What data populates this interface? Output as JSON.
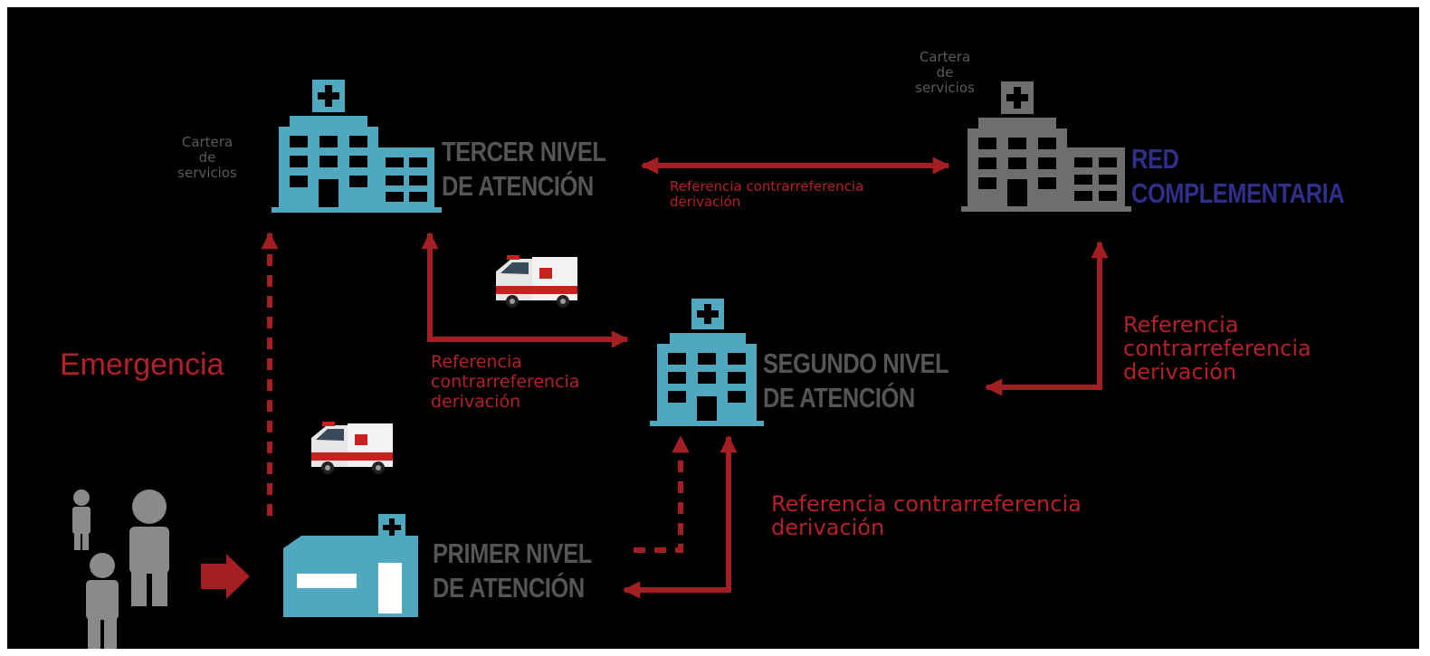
{
  "colors": {
    "background": "#000000",
    "hospital_public": "#4fa7c0",
    "hospital_complementary": "#6e6e6e",
    "arrow": "#a31f24",
    "level_title": "#555555",
    "complementary_title": "#2f2f8a"
  },
  "icons": [
    "hospital-icon",
    "clinic-icon",
    "ambulance-icon",
    "person-icon"
  ],
  "nodes": {
    "tercer": {
      "line1": "TERCER NIVEL",
      "line2": "DE ATENCIÓN"
    },
    "segundo": {
      "line1": "SEGUNDO NIVEL",
      "line2": "DE ATENCIÓN"
    },
    "primer": {
      "line1": "PRIMER NIVEL",
      "line2": "DE ATENCIÓN"
    },
    "red": {
      "line1": "RED",
      "line2": "COMPLEMENTARIA"
    }
  },
  "cartera": {
    "line1": "Cartera",
    "line2": "de",
    "line3": "servicios"
  },
  "edges": {
    "tercer_red": {
      "line1": "Referencia contrarreferencia",
      "line2": "derivación"
    },
    "tercer_segundo": {
      "line1": "Referencia",
      "line2": "contrarreferencia",
      "line3": "derivación"
    },
    "segundo_red": {
      "line1": "Referencia",
      "line2": "contrarreferencia",
      "line3": "derivación"
    },
    "primer_segundo": {
      "line1": "Referencia contrarreferencia",
      "line2": "derivación"
    },
    "emergencia": "Emergencia"
  }
}
